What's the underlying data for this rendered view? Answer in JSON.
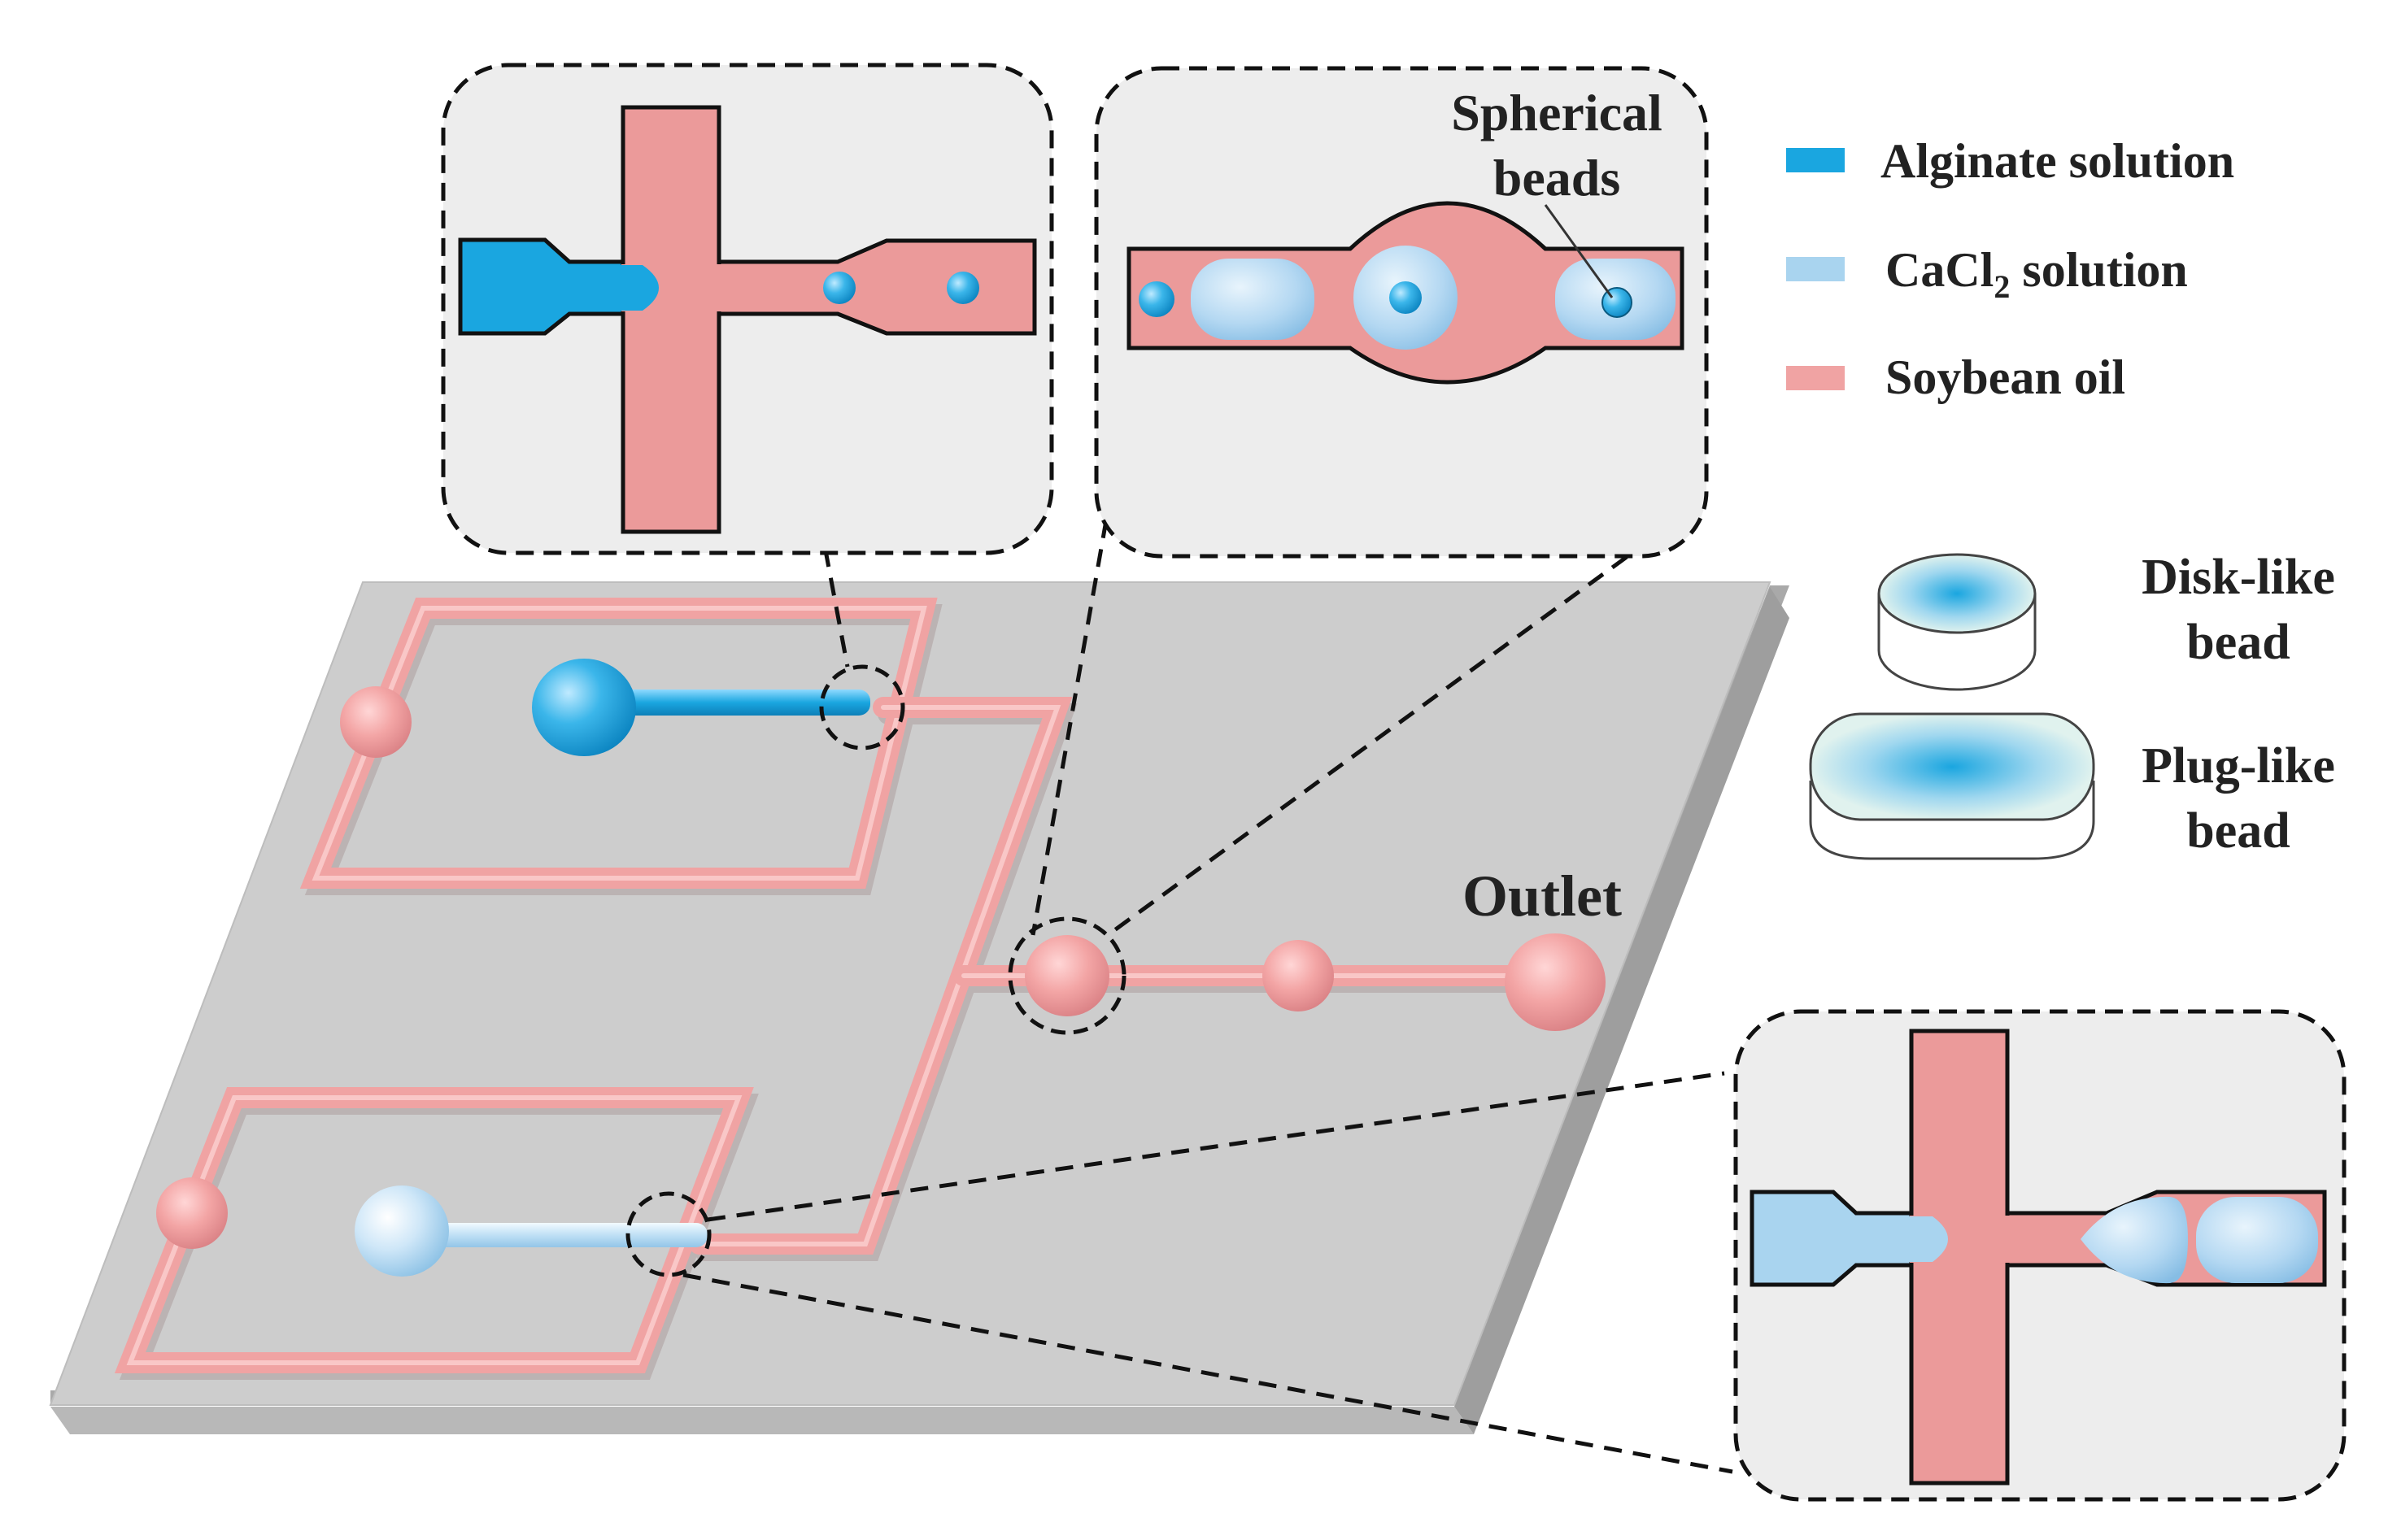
{
  "legend": {
    "items": [
      {
        "label": "Alginate solution",
        "color": "#1aa6e0"
      },
      {
        "label": "CaCl",
        "subscript": "2",
        "label_suffix": " solution",
        "color": "#a9d4ef"
      },
      {
        "label": "Soybean oil",
        "color": "#f0a3a3"
      }
    ]
  },
  "beads": {
    "disk_like": {
      "line1": "Disk-like",
      "line2": "bead"
    },
    "plug_like": {
      "line1": "Plug-like",
      "line2": "bead"
    }
  },
  "callouts": {
    "spherical_beads": {
      "line1": "Spherical",
      "line2": "beads"
    }
  },
  "chip": {
    "outlet_label": "Outlet"
  },
  "colors": {
    "oil": "#f0a3a3",
    "oil_dark": "#e07d80",
    "alginate": "#1aa6e0",
    "cacl2": "#a9d4ef",
    "chip_surface": "#cdcdcd",
    "zoom_bg": "#ededed"
  }
}
